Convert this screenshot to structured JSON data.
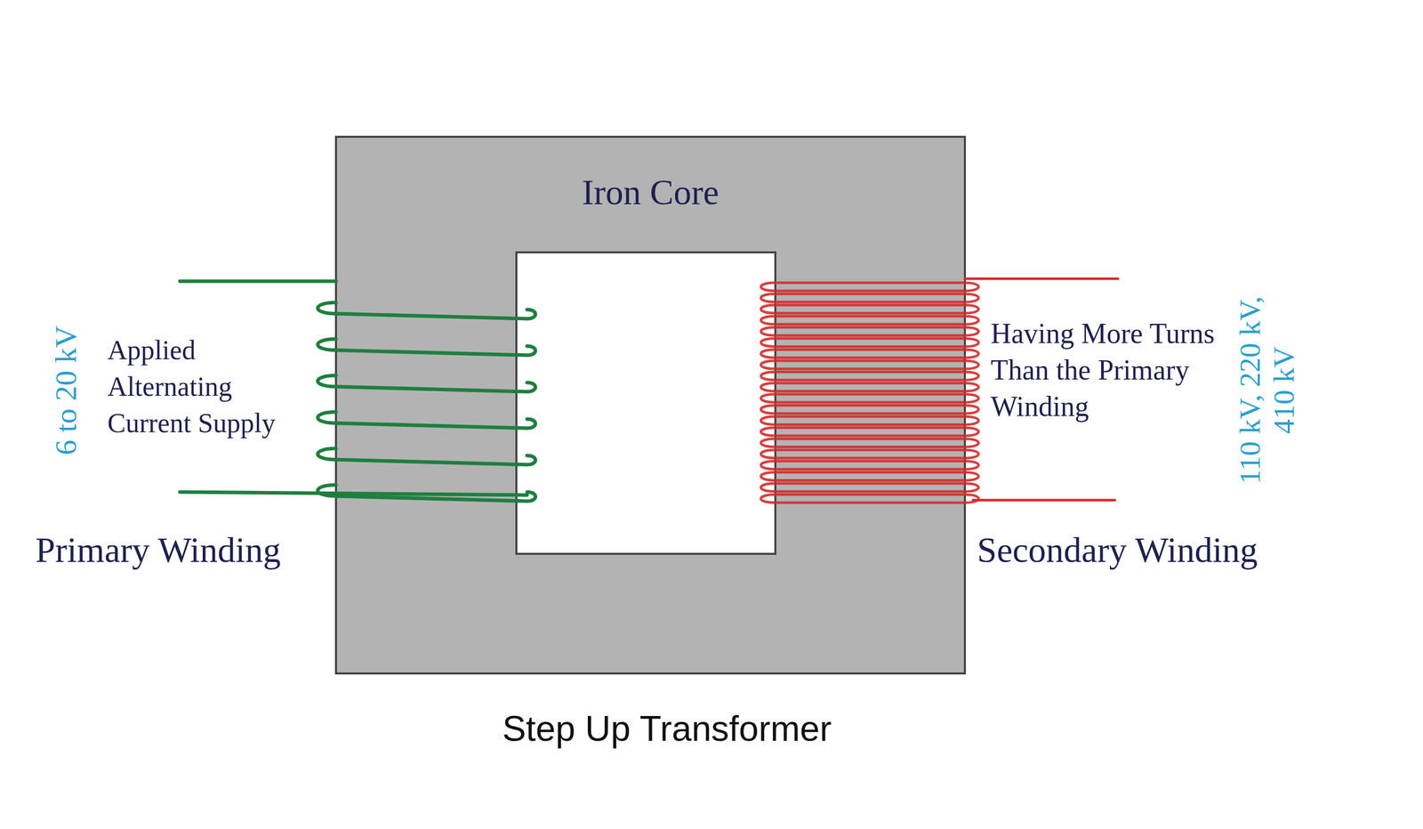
{
  "diagram": {
    "caption": "Step Up Transformer",
    "nodes": [
      {
        "text": [
          "Iron Core"
        ]
      }
    ],
    "labels": [
      "6 to 20 kV",
      "Applied Alternating Current Supply",
      "Primary Winding",
      "Having More Turns Than the Primary Winding",
      "Secondary Winding",
      "110 kV, 220 kV, 410 kV"
    ]
  }
}
